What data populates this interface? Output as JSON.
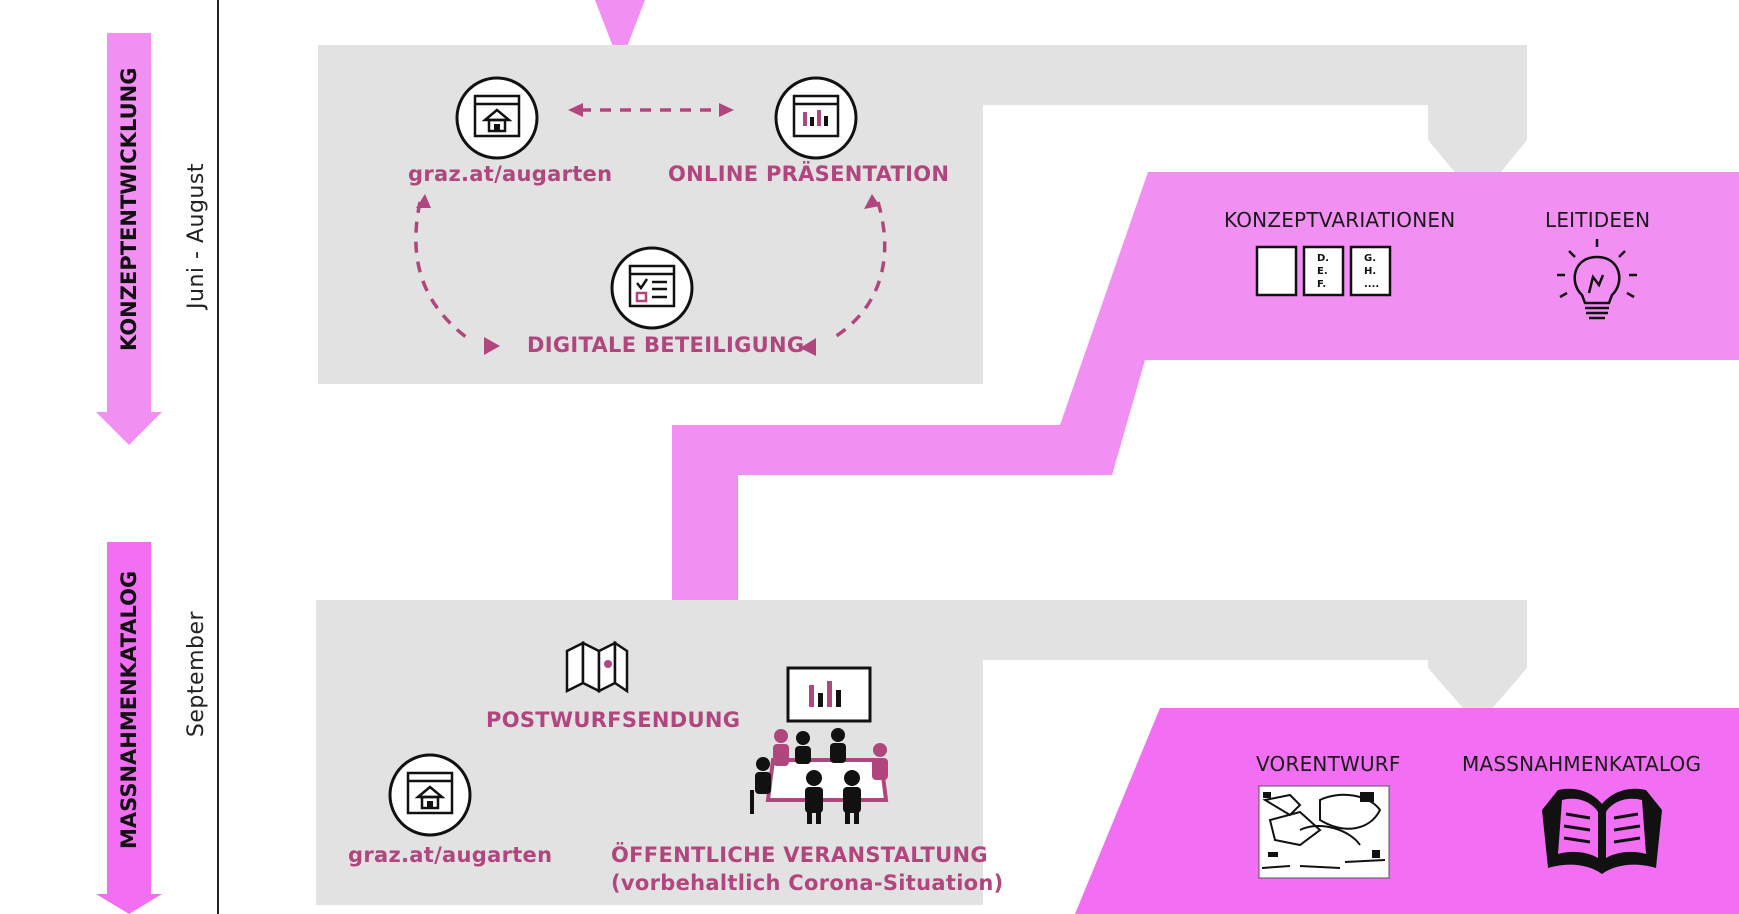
{
  "timeline": {
    "phase1": {
      "title": "KONZEPTENTWICKLUNG",
      "period": "Juni - August"
    },
    "phase2": {
      "title": "MASSNAHMENKATALOG",
      "period": "September"
    }
  },
  "top_panel": {
    "website": "graz.at/augarten",
    "online_presentation": "ONLINE PRÄSENTATION",
    "digital_participation": "DIGITALE BETEILIGUNG"
  },
  "top_output": {
    "concept_variations": "KONZEPTVARIATIONEN",
    "concept_sheet_2": [
      "D.",
      "E.",
      "F."
    ],
    "concept_sheet_3": [
      "G.",
      "H.",
      "...."
    ],
    "guiding_ideas": "LEITIDEEN"
  },
  "bottom_panel": {
    "mailing": "POSTWURFSENDUNG",
    "website": "graz.at/augarten",
    "public_event_line1": "ÖFFENTLICHE VERANSTALTUNG",
    "public_event_line2": "(vorbehaltlich Corona-Situation)"
  },
  "bottom_output": {
    "draft": "VORENTWURF",
    "catalog": "MASSNAHMENKATALOG"
  },
  "colors": {
    "magenta": "#f26ef2",
    "light_pink": "#f28ff2",
    "grey_panel": "#e2e2e2",
    "text_pink": "#b1467f"
  }
}
